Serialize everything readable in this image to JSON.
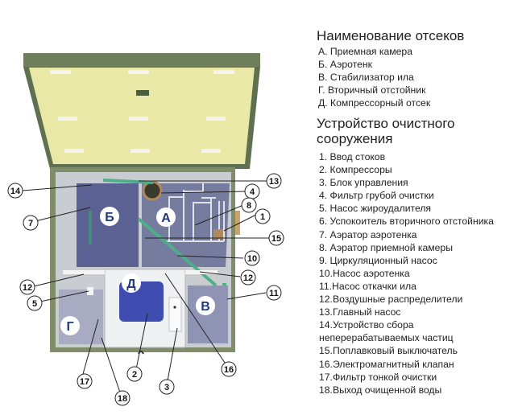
{
  "sections_legend": {
    "title": "Наименование отсеков",
    "items": [
      "А. Приемная камера",
      "Б. Аэротенк",
      "В. Стабилизатор ила",
      "Г.  Вторичный отстойник",
      "Д. Компрессорный отсек"
    ]
  },
  "devices_legend": {
    "title_line1": "Устройство очистного",
    "title_line2": "сооружения",
    "items": [
      "1. Ввод стоков",
      "2. Компрессоры",
      "3. Блок управления",
      "4. Фильтр грубой очистки",
      "5. Насос жироудалителя",
      "6. Успокоитель вторичного отстойника",
      "7. Аэратор аэротенка",
      "8. Аэратор приемной камеры",
      "9. Циркуляционный насос",
      "10.Насос аэротенка",
      "11.Насос откачки ила",
      "12.Воздушные распределители",
      "13.Главный насос",
      "14.Устройство сбора",
      "неперерабатываемых частиц",
      "15.Поплавковый выключатель",
      "16.Электромагнитный клапан",
      "17.Фильтр тонкой очистки",
      "18.Выход очищенной воды"
    ]
  },
  "diagram": {
    "section_labels": {
      "A": "А",
      "B": "Б",
      "V": "В",
      "G": "Г",
      "D": "Д"
    },
    "callouts": [
      "1",
      "2",
      "3",
      "4",
      "5",
      "7",
      "8",
      "10",
      "11",
      "12",
      "12",
      "13",
      "14",
      "15",
      "16",
      "17",
      "18"
    ]
  },
  "colors": {
    "frame_green": "#6f7f5c",
    "lid_yellow": "#e9e8a6",
    "chamber_blue": "#5a6090",
    "pipe_green": "#4fae8a",
    "compressor_blue": "#3f4db0",
    "label_text": "#1f3a7a"
  }
}
